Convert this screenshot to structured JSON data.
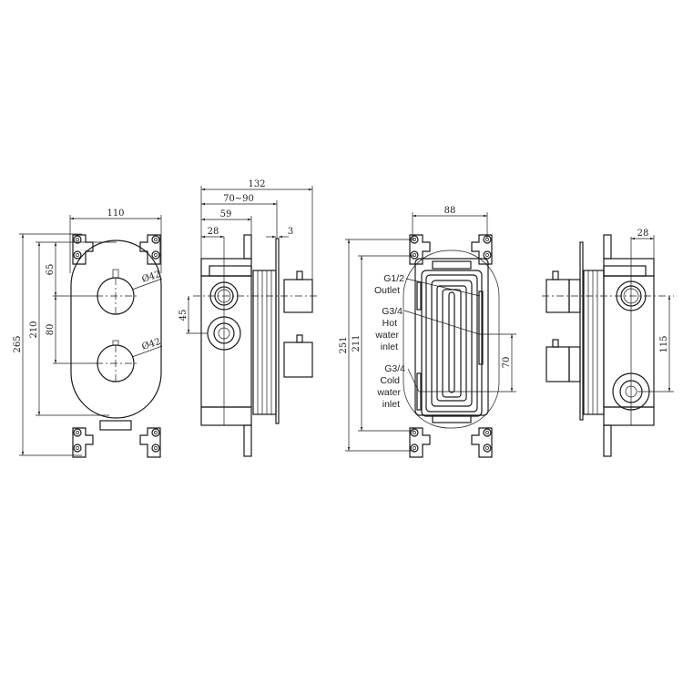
{
  "front_view": {
    "width": "110",
    "overall_height": "265",
    "plate_height": "210",
    "top_to_knob": "65",
    "knob_spacing": "80",
    "knob_diameter_top": "Ø42",
    "knob_diameter_bottom": "Ø42"
  },
  "side_view": {
    "overall_depth": "132",
    "install_depth": "70~90",
    "body_depth": "59",
    "port_offset": "28",
    "plate_thickness": "3",
    "port_spacing": "45"
  },
  "back_view": {
    "width": "88",
    "overall_height": "251",
    "body_height": "211",
    "inlet_spacing": "70",
    "callouts": [
      {
        "lines": [
          "G1/2",
          "Outlet"
        ]
      },
      {
        "lines": [
          "G3/4",
          "Hot",
          "water",
          "inlet"
        ]
      },
      {
        "lines": [
          "G3/4",
          "Cold",
          "water",
          "inlet"
        ]
      }
    ]
  },
  "side_view_right": {
    "port_offset": "28",
    "port_spacing": "115"
  }
}
